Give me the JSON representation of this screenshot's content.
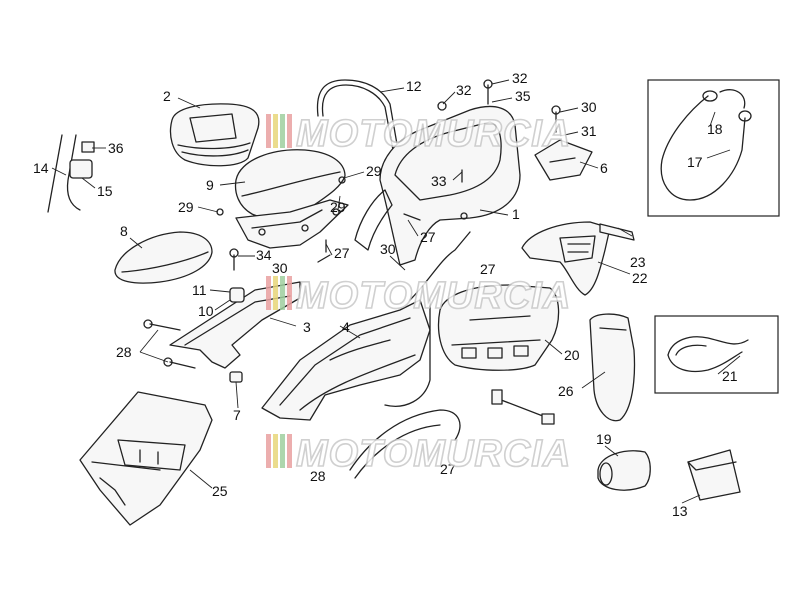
{
  "watermark": {
    "text": "MOTOMURCIA",
    "stripe_colors": [
      "#e9a0a0",
      "#e8d77a",
      "#9fd09f"
    ]
  },
  "labels": [
    {
      "id": "1",
      "text": "1"
    },
    {
      "id": "2",
      "text": "2"
    },
    {
      "id": "3",
      "text": "3"
    },
    {
      "id": "4",
      "text": "4"
    },
    {
      "id": "6",
      "text": "6"
    },
    {
      "id": "7",
      "text": "7"
    },
    {
      "id": "8",
      "text": "8"
    },
    {
      "id": "9",
      "text": "9"
    },
    {
      "id": "10",
      "text": "10"
    },
    {
      "id": "11",
      "text": "11"
    },
    {
      "id": "12",
      "text": "12"
    },
    {
      "id": "13",
      "text": "13"
    },
    {
      "id": "14",
      "text": "14"
    },
    {
      "id": "15",
      "text": "15"
    },
    {
      "id": "17",
      "text": "17"
    },
    {
      "id": "18",
      "text": "18"
    },
    {
      "id": "19",
      "text": "19"
    },
    {
      "id": "20",
      "text": "20"
    },
    {
      "id": "21",
      "text": "21"
    },
    {
      "id": "22",
      "text": "22"
    },
    {
      "id": "23",
      "text": "23"
    },
    {
      "id": "25",
      "text": "25"
    },
    {
      "id": "26",
      "text": "26"
    },
    {
      "id": "27a",
      "text": "27"
    },
    {
      "id": "27b",
      "text": "27"
    },
    {
      "id": "27c",
      "text": "27"
    },
    {
      "id": "28a",
      "text": "28"
    },
    {
      "id": "28b",
      "text": "28"
    },
    {
      "id": "29a",
      "text": "29"
    },
    {
      "id": "29b",
      "text": "29"
    },
    {
      "id": "29c",
      "text": "29"
    },
    {
      "id": "30a",
      "text": "30"
    },
    {
      "id": "30b",
      "text": "30"
    },
    {
      "id": "30c",
      "text": "30"
    },
    {
      "id": "31",
      "text": "31"
    },
    {
      "id": "32a",
      "text": "32"
    },
    {
      "id": "32b",
      "text": "32"
    },
    {
      "id": "33",
      "text": "33"
    },
    {
      "id": "34",
      "text": "34"
    },
    {
      "id": "35",
      "text": "35"
    },
    {
      "id": "36",
      "text": "36"
    },
    {
      "id": "27d",
      "text": "27"
    }
  ]
}
